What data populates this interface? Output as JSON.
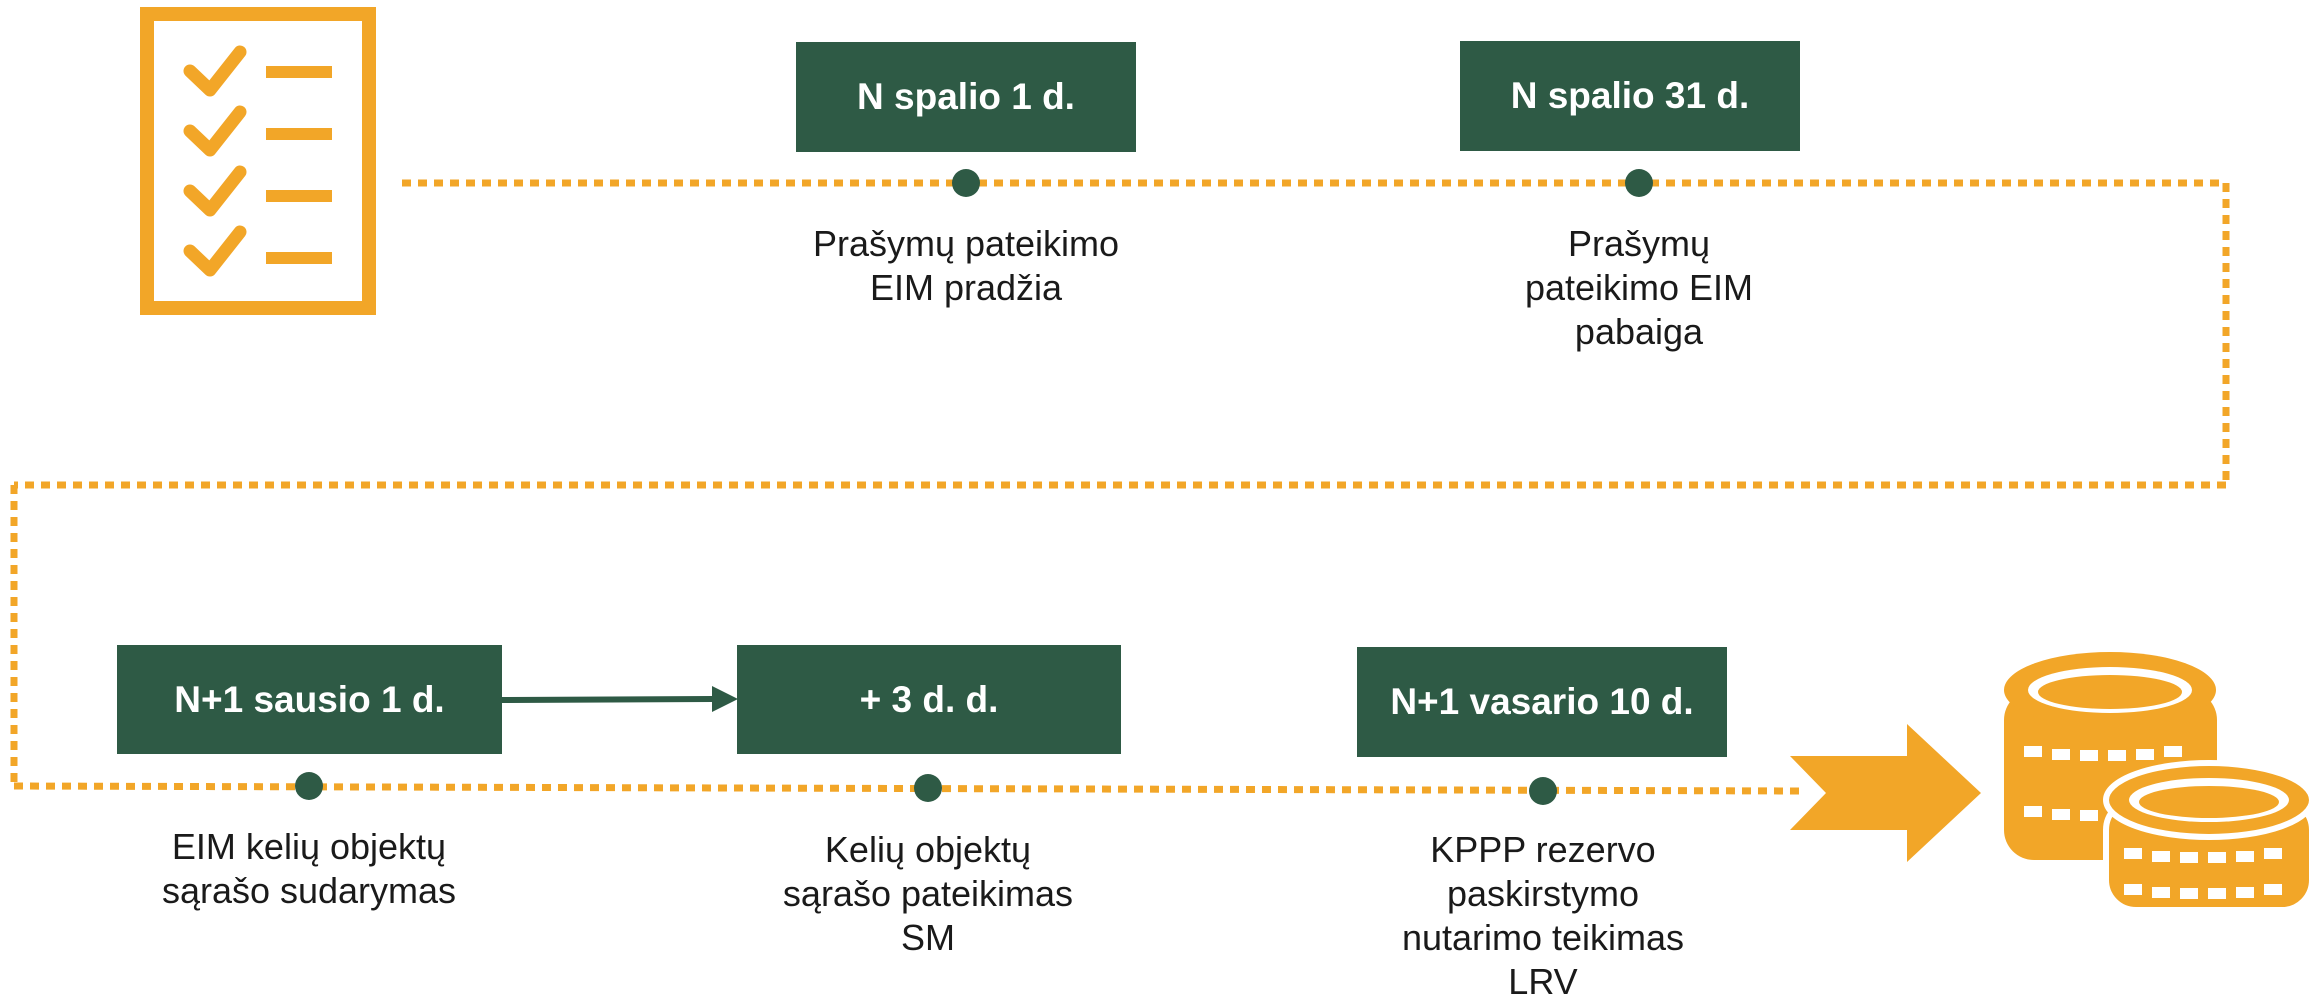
{
  "colors": {
    "accent_orange": "#f2a628",
    "box_green": "#2e5a45",
    "text": "#1a1a1a"
  },
  "icons": {
    "start": "checklist-icon",
    "end": "coins-icon",
    "flow": "arrow-right-icon"
  },
  "milestones": [
    {
      "date": "N spalio 1 d.",
      "caption": "Prašymų pateikimo\nEIM pradžia"
    },
    {
      "date": "N spalio 31 d.",
      "caption": "Prašymų\npateikimo EIM\npabaiga"
    },
    {
      "date": "N+1 sausio 1 d.",
      "caption": "EIM kelių objektų\nsąrašo sudarymas"
    },
    {
      "date": "+ 3 d. d.",
      "caption": "Kelių objektų\nsąrašo pateikimas\nSM"
    },
    {
      "date": "N+1 vasario 10 d.",
      "caption": "KPPP rezervo\npaskirstymo\nnutarimo teikimas\nLRV"
    }
  ]
}
